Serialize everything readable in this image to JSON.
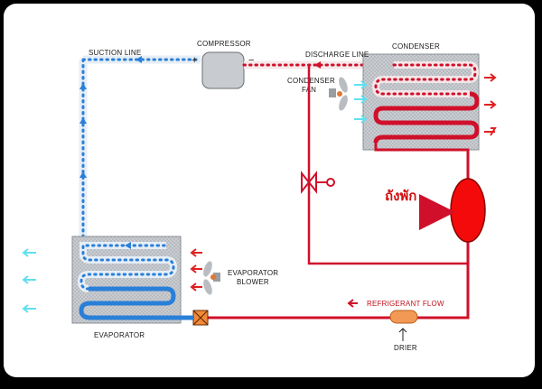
{
  "labels": {
    "suction_line": "SUCTION LINE",
    "compressor": "COMPRESSOR",
    "discharge_line": "DISCHARGE LINE",
    "condenser": "CONDENSER",
    "condenser_fan_1": "CONDENSER",
    "condenser_fan_2": "FAN",
    "receiver_thai": "ถังพัก",
    "evaporator_blower_1": "EVAPORATOR",
    "evaporator_blower_2": "BLOWER",
    "evaporator": "EVAPORATOR",
    "refrigerant_flow": "REFRIGERANT FLOW",
    "drier": "DRIER"
  },
  "colors": {
    "background": "#000000",
    "panel": "#ffffff",
    "high_pressure": "#d0102a",
    "low_pressure_liquid": "#2a7fd8",
    "low_pressure_vapor": "#2a7fd8",
    "air_arrows_in_condenser": "#5fe0f0",
    "air_arrows_out_condenser": "#e02020",
    "air_arrows_in_evaporator": "#e02020",
    "air_arrows_out_evaporator": "#5fe0f0",
    "unit_fill": "#c8ccd0"
  }
}
